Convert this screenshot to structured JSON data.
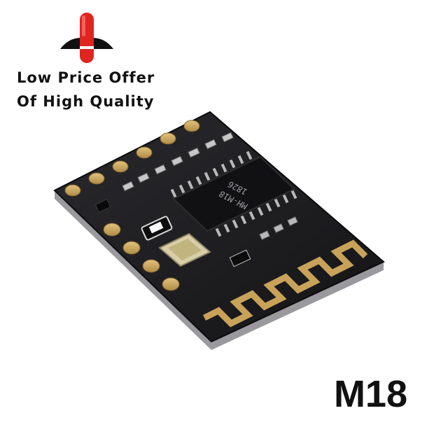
{
  "brand": {
    "logo_icon": "rocket-logo-icon",
    "logo_color": "#e0241f",
    "tagline_line1": "Low Price Offer",
    "tagline_line2": "Of High Quality"
  },
  "product": {
    "chip_marking_1": "MH-M18",
    "chip_marking_2": "1826",
    "model_label": "M18",
    "board_color": "#1b1b1e",
    "pad_color": "#c9a25a"
  }
}
